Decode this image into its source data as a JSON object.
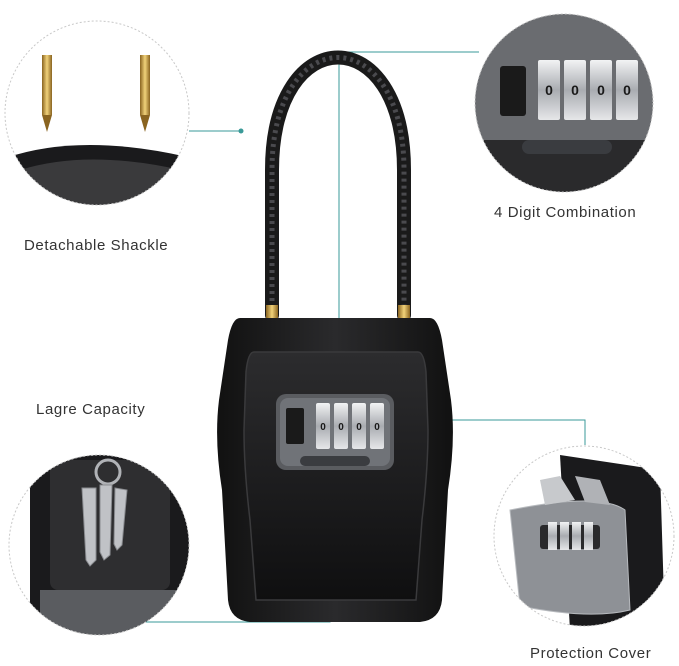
{
  "labels": {
    "detachable_shackle": "Detachable Shackle",
    "four_digit_combination": "4 Digit Combination",
    "large_capacity": "Lagre Capacity",
    "protection_cover": "Protection Cover"
  },
  "combination_digits": [
    "0",
    "0",
    "0",
    "0"
  ],
  "colors": {
    "lockbox": "#1c1c1e",
    "leader_line": "#3a9a98",
    "dial": "#c9ccd0",
    "brass": "#c9a24a"
  },
  "icons": [
    "shackle-pins",
    "combination-dial",
    "keys",
    "protection-cover"
  ]
}
